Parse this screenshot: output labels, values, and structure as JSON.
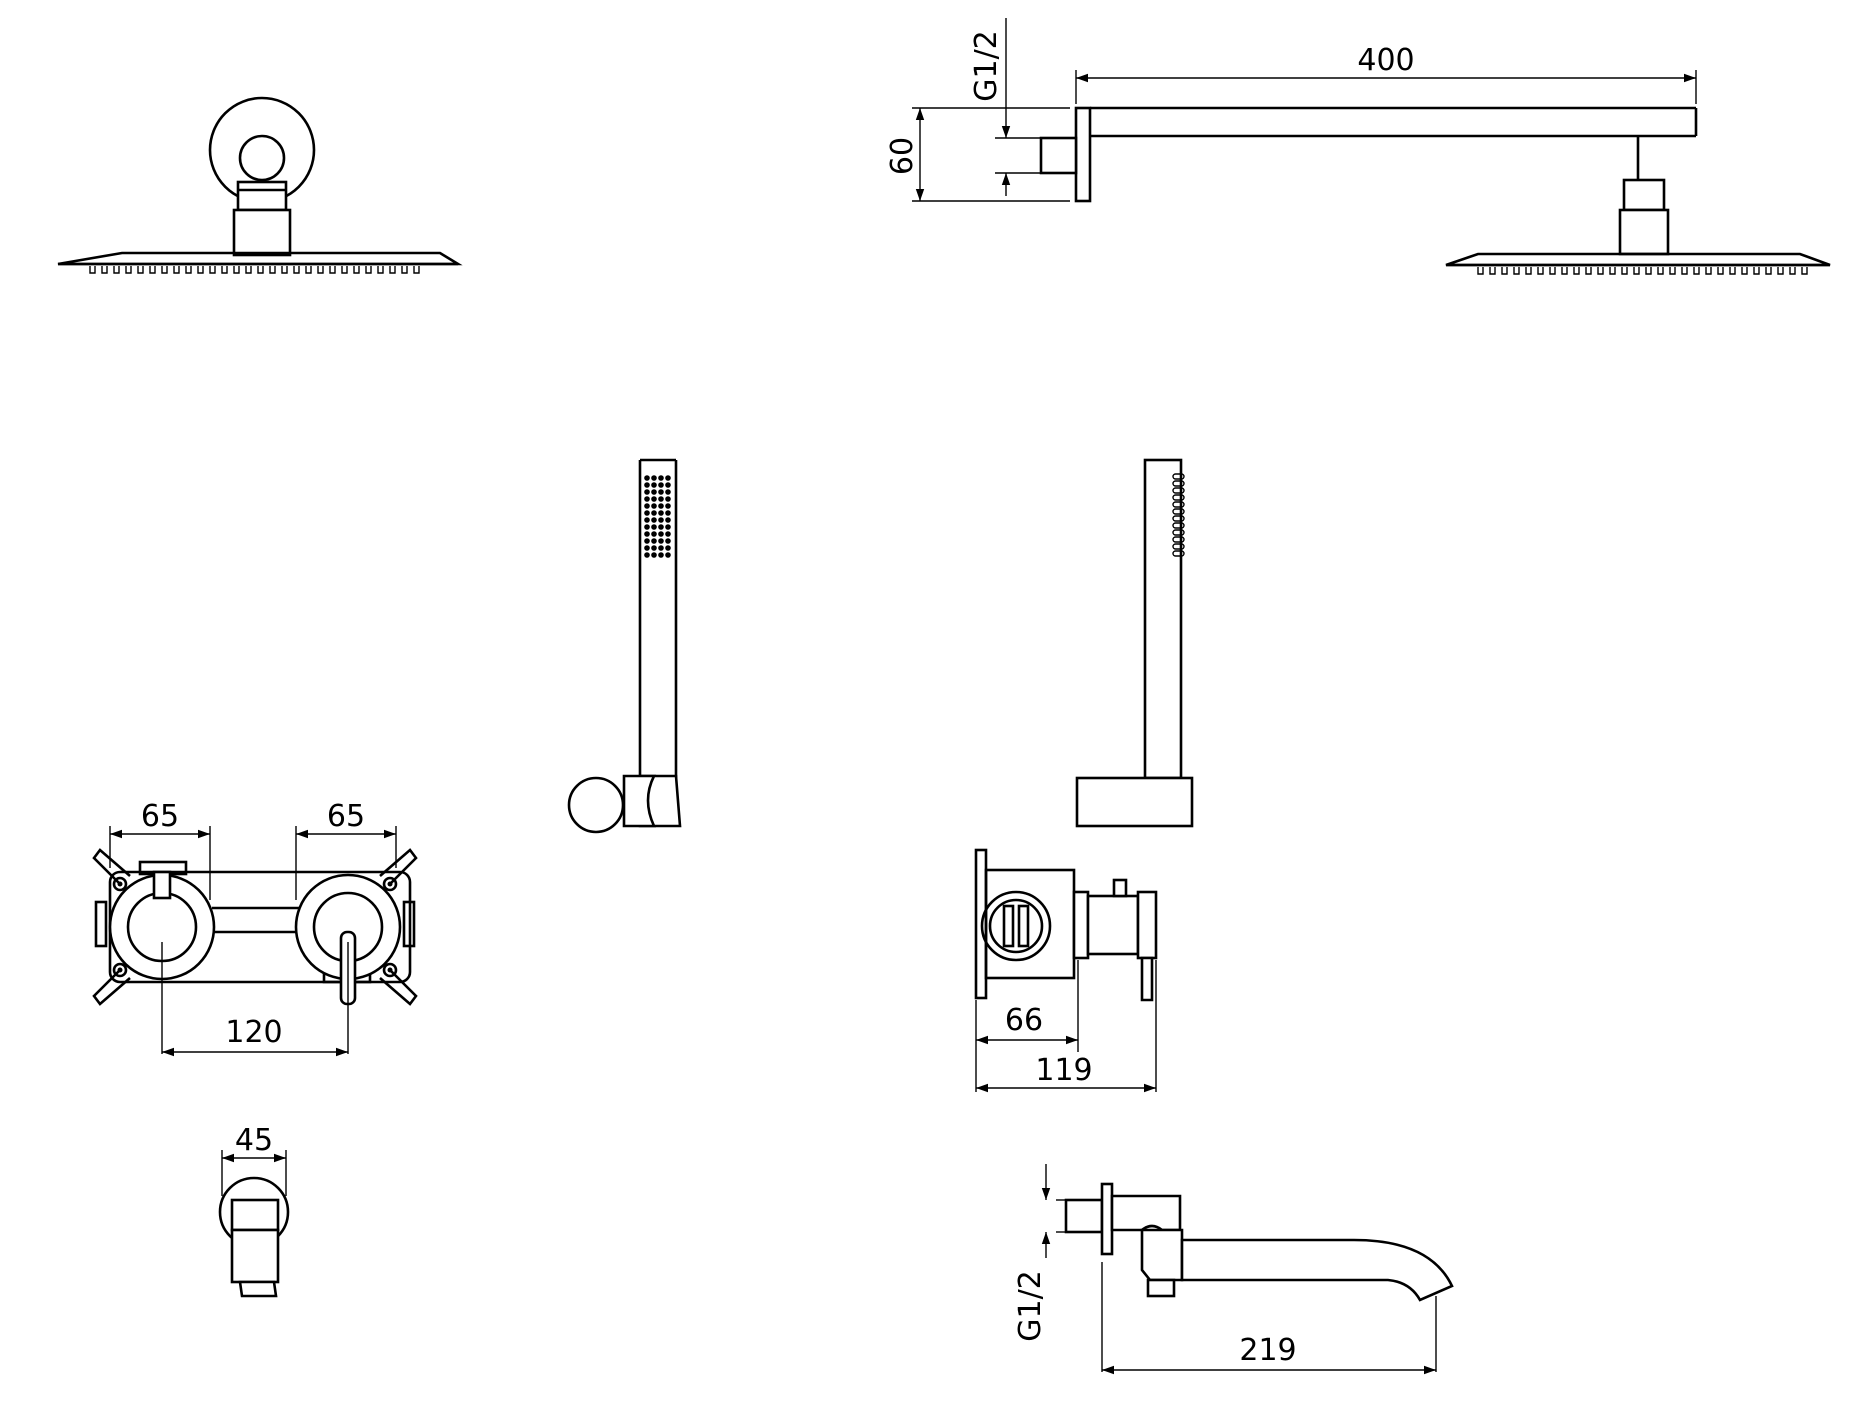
{
  "colors": {
    "ink": "#000000",
    "paper": "#ffffff"
  },
  "dimensions": {
    "arm_thread": "G1/2",
    "arm_length": "400",
    "arm_height": "60",
    "mixer_left_offset": "65",
    "mixer_right_offset": "65",
    "mixer_centers": "120",
    "box_depth_inner": "66",
    "box_depth_total": "119",
    "outlet_width": "45",
    "spout_thread": "G1/2",
    "spout_length": "219"
  }
}
